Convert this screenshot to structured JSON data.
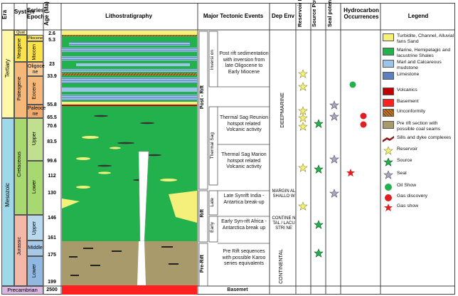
{
  "headers": {
    "era": "Era",
    "system": "System",
    "series": "Series Epoch",
    "age": "Age (Ma)",
    "litho": "Lithostratigraphy",
    "tectonic": "Major Tectonic Events",
    "depenv": "Dep Env",
    "reservoir": "Reservoir Potential",
    "source": "Source Potential",
    "seal": "Seal potential",
    "hc": "Hydrocarbon Occurrences",
    "legend": "Legend"
  },
  "eras": [
    "Tertiary",
    "Mesozoic",
    "Precambrian"
  ],
  "systems": [
    "Quat",
    "Neogene",
    "Paleogene",
    "Cretaceous",
    "Jurassic"
  ],
  "series": [
    "Pliocene",
    "Miocen",
    "Oligoce ne",
    "Eocene",
    "Paleoce ne",
    "Upper",
    "Lower",
    "Upper",
    "Middle",
    "Lower"
  ],
  "ages": [
    "2.6",
    "5.3",
    "23",
    "33.9",
    "55.8",
    "65.5",
    "70.6",
    "83.5",
    "99.6",
    "112",
    "130",
    "146",
    "161",
    "175",
    "199",
    "2500"
  ],
  "tectonic": {
    "post_rift": "Post - Rift",
    "rift": "Rift",
    "pre_rift": "Pre-Rift",
    "inversion": "Inversi on",
    "thermal_sag": "Thermal Sag",
    "late": "Late",
    "early": "Early",
    "e1": "Post rift sedimentation with inversion from late Oligocene to Early Miocene",
    "e2": "Thermal Sag Reunion hotspot related Volcanic activity",
    "e3": "Thermal Sag Marion hotspot related Volcanic activity",
    "e4": "Late Synrift India - Antartica break-up",
    "e5": "Early Syn-rift Africa - Antarctica break up",
    "e6": "Pre Rift sequences with possible Karoo series equivalents",
    "basement": "Basemet"
  },
  "depenv": {
    "deep": "DEEPMARINE",
    "shallow": "MARGIN AL SHALLO W",
    "cont_lac": "CONTINE NTAL / LACUSTRI NE",
    "continental": "CONTINENTAL"
  },
  "legend": [
    {
      "label": "Turbidite, Channel, Alluvial fans Sand",
      "color": "#f5f07a",
      "icon": "dotted-yellow-swatch"
    },
    {
      "label": "Marine, Hemipelagic and lacustrine Shales",
      "color": "#22b14c",
      "icon": "green-swatch"
    },
    {
      "label": "Marl and Calcareous mudstone",
      "color": "#9bc4e8",
      "icon": "blue-lined-swatch"
    },
    {
      "label": "Limestone",
      "color": "#5b7fbf",
      "icon": "brick-swatch"
    },
    {
      "label": "Volcanics",
      "color": "#c00000",
      "icon": "red-swatch"
    },
    {
      "label": "Basement",
      "color": "#ff2020",
      "icon": "bright-red-swatch"
    },
    {
      "label": "Unconformity",
      "color": "#c0762a",
      "icon": "hatched-swatch"
    },
    {
      "label": "Pre rift section with possible coal seams",
      "color": "#a89a6a",
      "icon": "coal-swatch"
    },
    {
      "label": "Sills and dyke complexes",
      "color": "#8b1a1a",
      "icon": "sill-icon"
    },
    {
      "label": "Reservoir",
      "color": "#f5f07a",
      "icon": "yellow-star-icon"
    },
    {
      "label": "Source",
      "color": "#22b14c",
      "icon": "green-star-icon"
    },
    {
      "label": "Seal",
      "color": "#a9a3c8",
      "icon": "purple-star-icon"
    },
    {
      "label": "Oil Show",
      "color": "#22b14c",
      "icon": "green-circle-icon"
    },
    {
      "label": "Gas discovery",
      "color": "#e02020",
      "icon": "red-circle-icon"
    },
    {
      "label": "Gas show",
      "color": "#e02020",
      "icon": "red-star-icon"
    }
  ]
}
